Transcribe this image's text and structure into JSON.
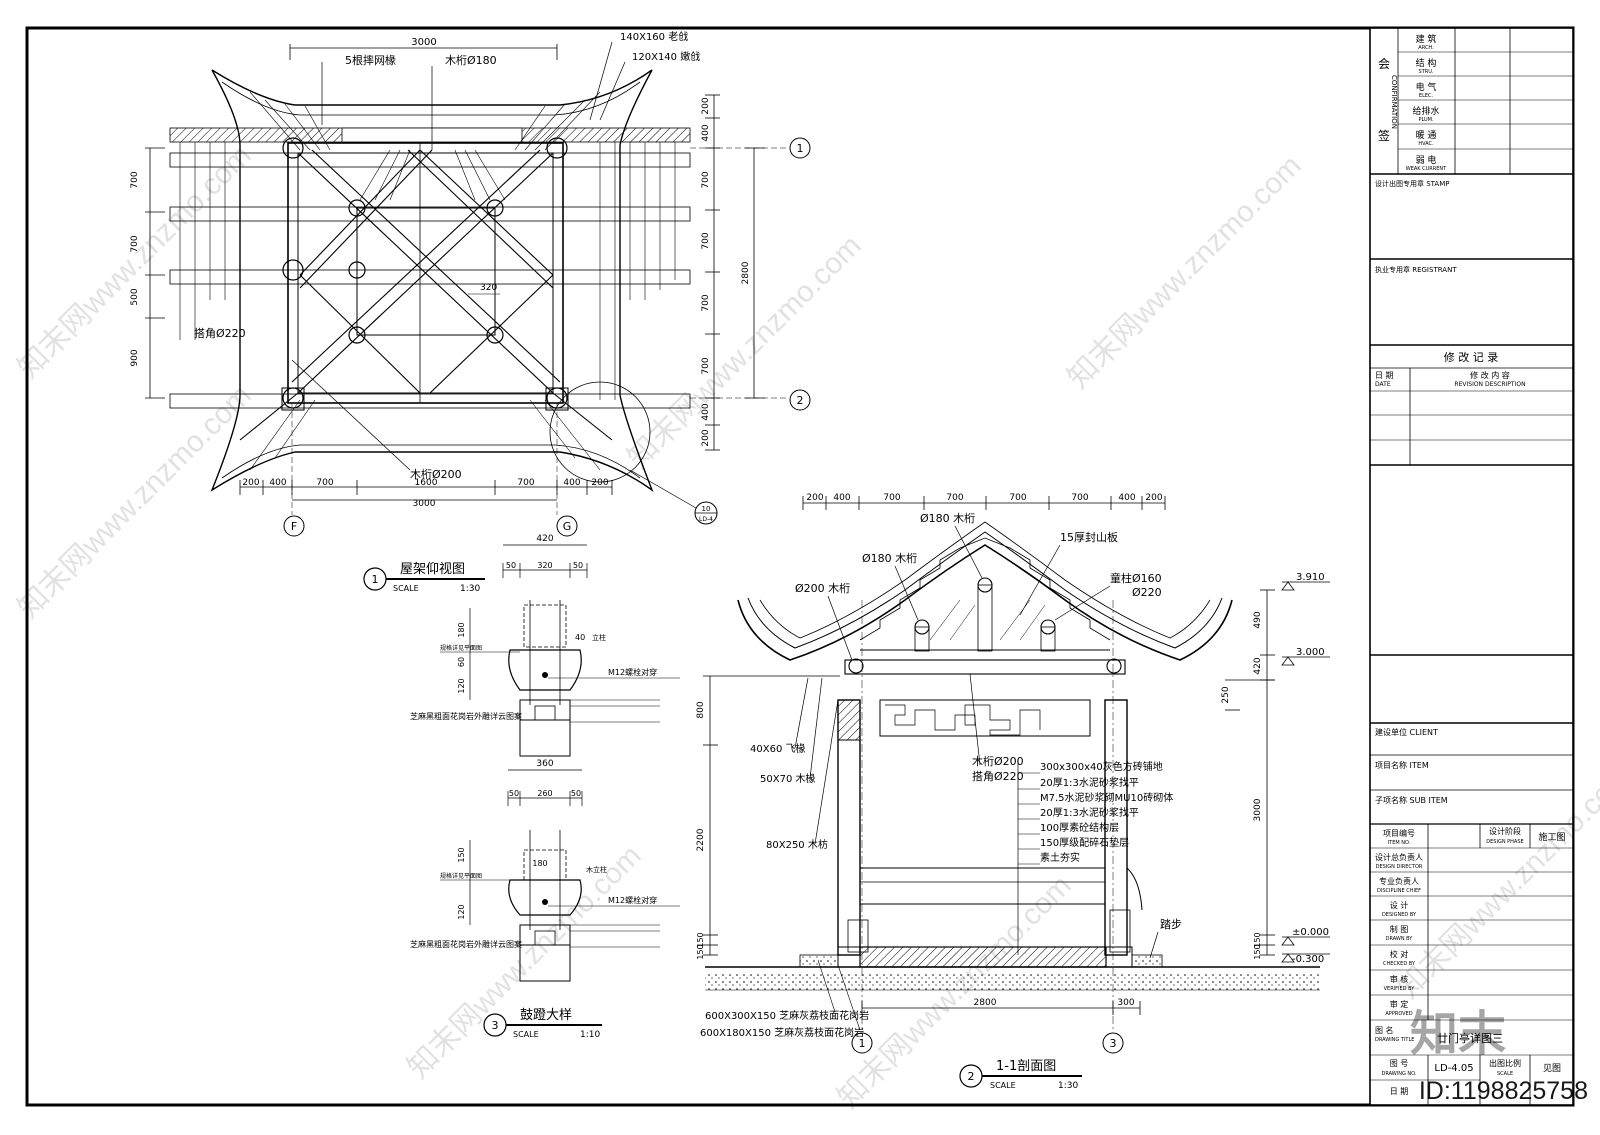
{
  "roof_plan": {
    "top_dims": [
      "3000"
    ],
    "labels": {
      "rafters": "5根摔网椽",
      "purlin_top": "木桁Ø180",
      "lao_ji": "140X160 老戗",
      "nen_ji": "120X140 嫩戗",
      "corner": "搭角Ø220",
      "purlin_bottom": "木桁Ø200"
    },
    "left_dims": [
      "700",
      "700",
      "500",
      "900"
    ],
    "right_dims_a": [
      "200",
      "400",
      "700",
      "700",
      "700",
      "700",
      "400",
      "200"
    ],
    "right_total": "2800",
    "bottom_dims": [
      "200",
      "400",
      "700",
      "1600",
      "700",
      "400",
      "200"
    ],
    "bottom_total": "3000",
    "small_dim": "320",
    "axes": {
      "f": "F",
      "g": "G",
      "a1": "1",
      "a2": "2"
    },
    "detail_ref": {
      "num": "10",
      "sheet": "LD-4"
    },
    "title": {
      "num": "1",
      "name": "屋架仰视图",
      "scale_label": "SCALE",
      "scale": "1:30"
    }
  },
  "guden": {
    "top": {
      "width": "420",
      "sub": [
        "50",
        "320",
        "50"
      ],
      "h1": "180",
      "h2": "60",
      "h3": "120",
      "d40": "40",
      "notes": [
        "规格详见平面图",
        "M12螺栓对穿",
        "芝麻黑粗面花岗岩外雕详云图案"
      ],
      "post": "立柱"
    },
    "bot": {
      "width": "360",
      "sub": [
        "50",
        "260",
        "50"
      ],
      "h1": "150",
      "h2": "180",
      "h3": "120",
      "notes": [
        "规格详见平面图",
        "M12螺栓对穿",
        "芝麻黑粗面花岗岩外雕详云图案"
      ],
      "post": "木立柱"
    },
    "title": {
      "num": "3",
      "name": "鼓蹬大样",
      "scale_label": "SCALE",
      "scale": "1:10"
    }
  },
  "section": {
    "top_dims": [
      "200",
      "400",
      "700",
      "700",
      "700",
      "700",
      "400",
      "200"
    ],
    "labels": {
      "p180a": "Ø180 木桁",
      "p180b": "Ø180 木桁",
      "p200": "Ø200 木桁",
      "gable": "15厚封山板",
      "tong": "童柱Ø160",
      "tong2": "Ø220",
      "fly": "40X60 飞椽",
      "rafter": "50X70 木椽",
      "fang": "80X250 木枋",
      "beam": "木桁Ø200",
      "corner": "搭角Ø220",
      "step": "踏步"
    },
    "layers": [
      "300x300x40灰色方砖铺地",
      "20厚1:3水泥砂浆找平",
      "M7.5水泥砂浆砌MU10砖砌体",
      "20厚1:3水泥砂浆找平",
      "100厚素砼结构层",
      "150厚级配碎石垫层",
      "素土夯实"
    ],
    "elev": [
      "3.910",
      "3.000",
      "±0.000",
      "-0.300"
    ],
    "right_dims": [
      "490",
      "420",
      "250",
      "3000",
      "150",
      "150"
    ],
    "left_dims": [
      "800",
      "2200",
      "150",
      "150"
    ],
    "stones": [
      "600X300X150  芝麻灰荔枝面花岗岩",
      "600X180X150  芝麻灰荔枝面花岗岩"
    ],
    "bottom_dims": [
      "2800",
      "300"
    ],
    "axes": {
      "a1": "1",
      "a3": "3"
    },
    "title": {
      "num": "2",
      "name": "1-1剖面图",
      "scale_label": "SCALE",
      "scale": "1:30"
    }
  },
  "title_block": {
    "hui": "会",
    "qian": "签",
    "confirm": "CONFIRMATION",
    "sign": [
      {
        "cn": "建    筑",
        "en": "ARCH."
      },
      {
        "cn": "结    构",
        "en": "STRU."
      },
      {
        "cn": "电    气",
        "en": "ELEC."
      },
      {
        "cn": "给排水",
        "en": "PLUM."
      },
      {
        "cn": "暖    通",
        "en": "HVAC."
      },
      {
        "cn": "弱    电",
        "en": "WEAK CURRENT"
      }
    ],
    "stamp": "设计出图专用章  STAMP",
    "registrant": "执业专用章    REGISTRANT",
    "revision_title": "修  改  记  录",
    "date_cn": "日  期",
    "date_en": "DATE",
    "desc_cn": "修  改  内  容",
    "desc_en": "REVISION DESCRIPTION",
    "client": "建设单位  CLIENT",
    "item": "项目名称  ITEM",
    "sub_item": "子项名称  SUB ITEM",
    "rows": [
      {
        "cn": "项目编号",
        "en": "ITEM NO."
      },
      {
        "cn": "设计总负责人",
        "en": "DESIGN DIRECTOR"
      },
      {
        "cn": "专业负责人",
        "en": "DISCIPLINE CHIEF"
      },
      {
        "cn": "设    计",
        "en": "DESIGNED BY"
      },
      {
        "cn": "制    图",
        "en": "DRAWN BY"
      },
      {
        "cn": "校    对",
        "en": "CHECKED BY"
      },
      {
        "cn": "审    核",
        "en": "VERIFIED BY"
      },
      {
        "cn": "审    定",
        "en": "APPROVED"
      }
    ],
    "phase_cn": "设计阶段",
    "phase_en": "DESIGN PHASE",
    "phase_val": "施工图",
    "drawing_name_cn": "图    名",
    "drawing_name_en": "DRAWING TITLE",
    "drawing_name_val": "廿门亭详图三",
    "drawing_no_cn": "图    号",
    "drawing_no_en": "DRAWING NO.",
    "drawing_no_val": "LD-4.05",
    "scale_cn": "出图比例",
    "scale_en": "SCALE",
    "scale_val": "见图",
    "date2": "日    期"
  },
  "watermark": {
    "site": "知末网www.znzmo.com",
    "logo": "知末",
    "id": "ID:1198825758"
  }
}
